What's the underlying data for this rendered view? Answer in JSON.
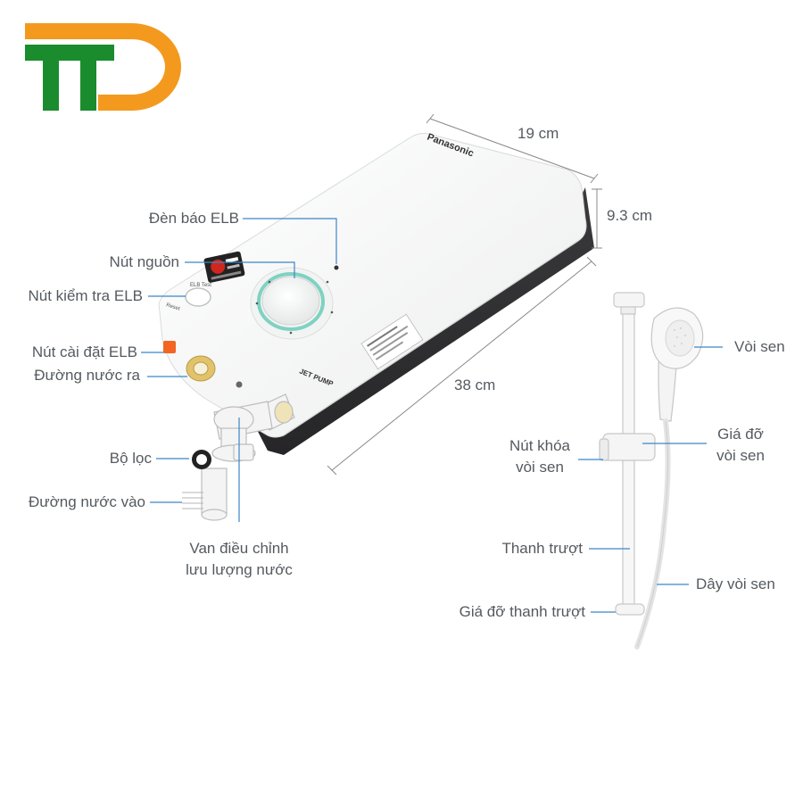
{
  "logo": {
    "text": "TD",
    "colors": {
      "t": "#1a8c2e",
      "d": "#f39a1e"
    }
  },
  "product": {
    "brand": "Panasonic",
    "side_text": "JET PUMP",
    "test_button_text": "ELB Test",
    "reset_text": "Reset"
  },
  "dimensions": {
    "width": "19 cm",
    "depth": "9.3 cm",
    "height": "38 cm"
  },
  "heater_labels": {
    "elb_indicator": "Đèn báo ELB",
    "power_knob": "Nút nguồn",
    "elb_test_button": "Nút kiểm tra ELB",
    "elb_reset_button": "Nút cài đặt ELB",
    "water_outlet": "Đường nước ra",
    "filter": "Bộ lọc",
    "water_inlet": "Đường nước vào",
    "flow_valve_line1": "Van điều chỉnh",
    "flow_valve_line2": "lưu lượng nước"
  },
  "shower_labels": {
    "shower_head": "Vòi sen",
    "lock_button_line1": "Nút khóa",
    "lock_button_line2": "vòi sen",
    "holder_line1": "Giá đỡ",
    "holder_line2": "vòi sen",
    "slide_bar": "Thanh trượt",
    "hose": "Dây vòi sen",
    "bar_bracket": "Giá đỡ thanh trượt"
  },
  "colors": {
    "leader": "#3a86c8",
    "label_text": "#555a60",
    "dim_line": "#888888",
    "body_white": "#f7f7f7",
    "body_dark": "#2f2f31",
    "knob_ring": "#7fd2c2",
    "brass": "#e2c36b",
    "orange_button": "#f26522"
  }
}
